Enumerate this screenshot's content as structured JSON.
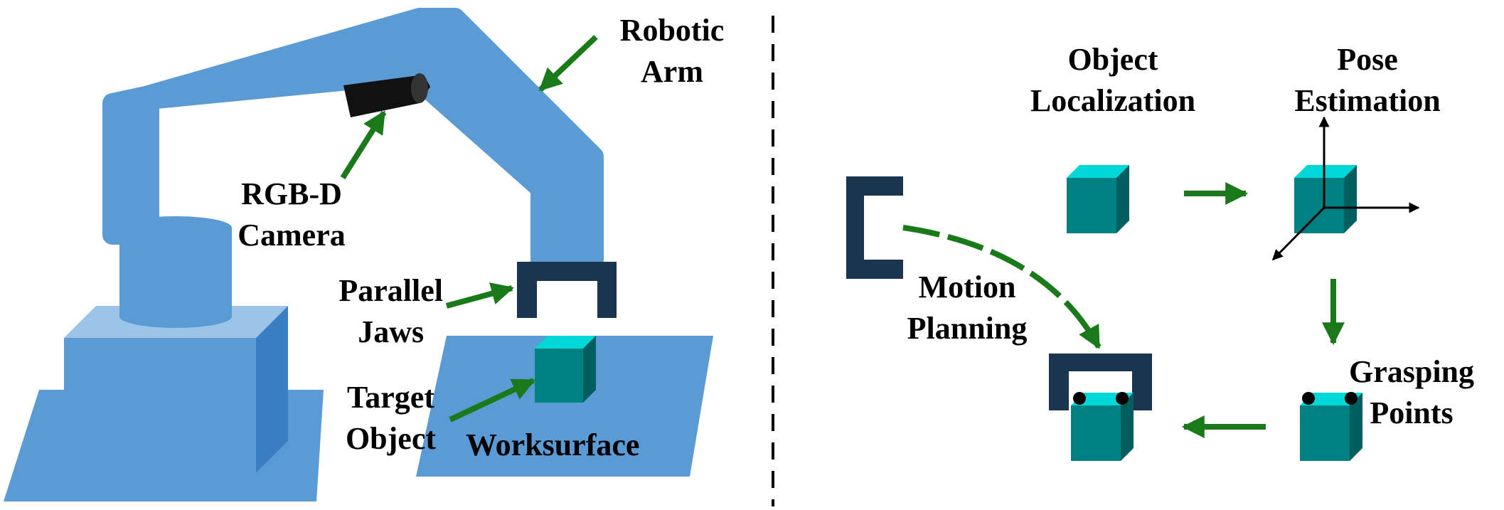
{
  "labels": {
    "robotic_arm": [
      "Robotic",
      "Arm"
    ],
    "rgbd_camera": [
      "RGB-D",
      "Camera"
    ],
    "parallel_jaws": [
      "Parallel",
      "Jaws"
    ],
    "target_object": [
      "Target",
      "Object"
    ],
    "worksurface": "Worksurface",
    "object_localization": [
      "Object",
      "Localization"
    ],
    "pose_estimation": [
      "Pose",
      "Estimation"
    ],
    "motion_planning": [
      "Motion",
      "Planning"
    ],
    "grasping_points": [
      "Grasping",
      "Points"
    ]
  },
  "colors": {
    "arm_blue": "#5b9bd5",
    "arm_light": "#9dc3e6",
    "arm_dark": "#3a7fc4",
    "gripper_navy": "#1b3550",
    "cube_front": "#008080",
    "cube_top": "#00d8d8",
    "cube_side": "#005e5e",
    "arrow_green": "#1a7a1a",
    "camera_black": "#111111"
  },
  "icons": [
    "green-arrow-icon",
    "cube-icon",
    "gripper-icon",
    "camera-icon",
    "pose-axes-icon",
    "grasp-dot-icon",
    "dashed-divider"
  ]
}
